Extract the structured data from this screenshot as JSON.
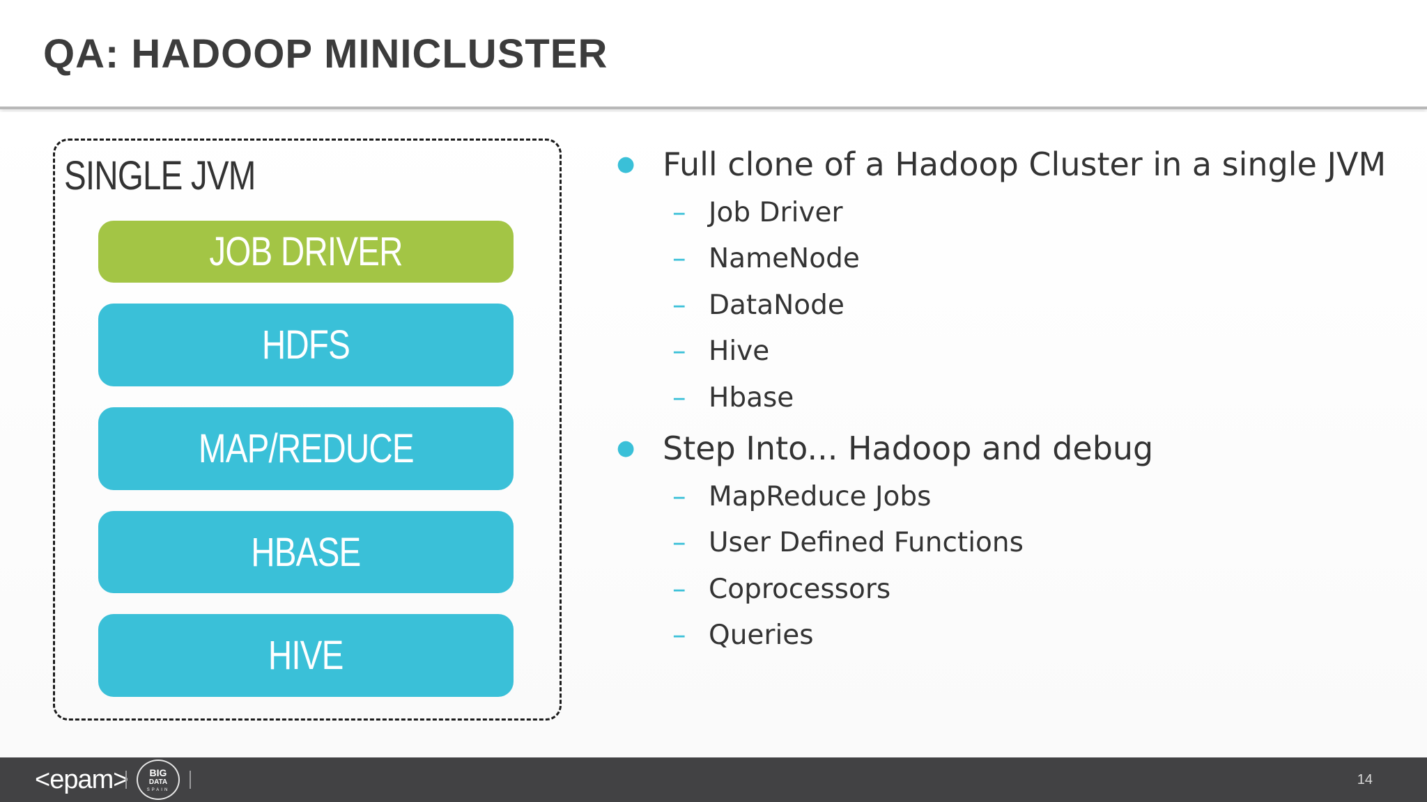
{
  "slide": {
    "title": "QA: HADOOP MINICLUSTER",
    "page_number": "14"
  },
  "diagram": {
    "container_label": "SINGLE JVM",
    "blocks": [
      {
        "label": "JOB DRIVER",
        "color": "#a3c545"
      },
      {
        "label": "HDFS",
        "color": "#3ac0d8"
      },
      {
        "label": "MAP/REDUCE",
        "color": "#3ac0d8"
      },
      {
        "label": "HBASE",
        "color": "#3ac0d8"
      },
      {
        "label": "HIVE",
        "color": "#3ac0d8"
      }
    ]
  },
  "bullets": [
    {
      "text": "Full clone of a Hadoop Cluster in a single JVM",
      "sub": [
        "Job Driver",
        "NameNode",
        "DataNode",
        "Hive",
        "Hbase"
      ]
    },
    {
      "text": "Step Into... Hadoop and debug",
      "sub": [
        "MapReduce Jobs",
        "User Defined Functions",
        "Coprocessors",
        "Queries"
      ]
    }
  ],
  "footer": {
    "logo_text": "<epam>",
    "event_logo": {
      "line1": "BIG",
      "line2": "DATA",
      "line3": "SPAIN"
    }
  },
  "colors": {
    "accent": "#3ac0d8",
    "green": "#a3c545",
    "footer_bg": "#424244",
    "text": "#333333"
  }
}
